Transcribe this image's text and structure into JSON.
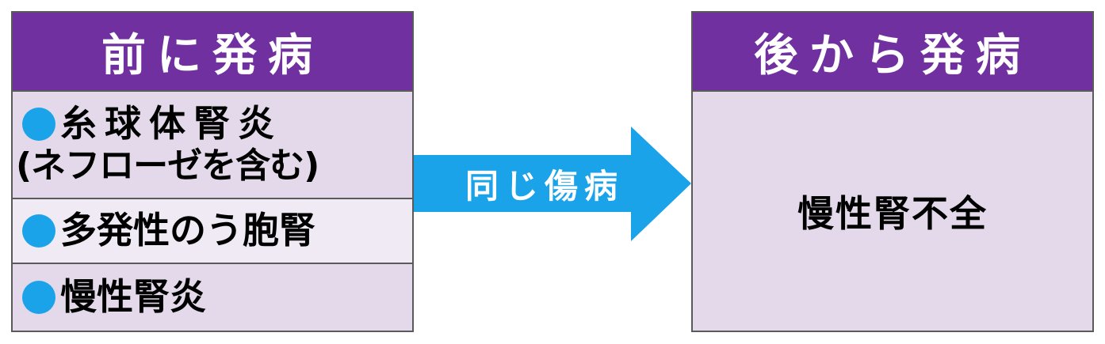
{
  "left_panel": {
    "header": "前に発病",
    "items": [
      {
        "line1": "糸球体腎炎",
        "line2": "(ネフローゼを含む)"
      },
      {
        "line1": "多発性のう胞腎"
      },
      {
        "line1": "慢性腎炎"
      }
    ]
  },
  "arrow": {
    "label": "同じ傷病",
    "color": "#1aa3e8"
  },
  "right_panel": {
    "header": "後から発病",
    "body": "慢性腎不全"
  },
  "colors": {
    "header_bg": "#7030a0",
    "panel_bg": "#e3d9ea",
    "bullet": "#1aa3e8"
  }
}
